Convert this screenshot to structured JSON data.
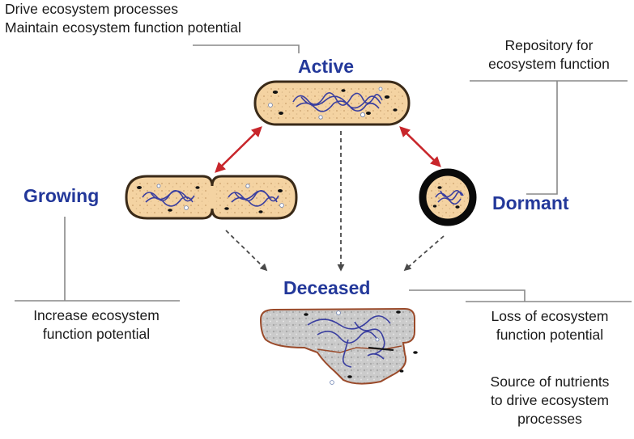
{
  "states": {
    "active": "Active",
    "growing": "Growing",
    "dormant": "Dormant",
    "deceased": "Deceased"
  },
  "notes": {
    "active_line1": "Drive ecosystem processes",
    "active_line2": "Maintain ecosystem function potential",
    "dormant_line1": "Repository for",
    "dormant_line2": "ecosystem function",
    "growing_line1": "Increase ecosystem",
    "growing_line2": "function potential",
    "deceased_loss_line1": "Loss of ecosystem",
    "deceased_loss_line2": "function potential",
    "deceased_source_line1": "Source of nutrients",
    "deceased_source_line2": "to drive ecosystem",
    "deceased_source_line3": "processes"
  },
  "colors": {
    "state_label": "#23389a",
    "cell_fill": "#f4d3a2",
    "cell_outline": "#3a2a18",
    "dna": "#3a3fa0",
    "spore_coat": "#0a0a0a",
    "debris_fill": "#c7c7c7",
    "debris_outline": "#9a4a2a",
    "bidirectional_arrow": "#c8262b",
    "death_arrow": "#555555",
    "leader_line": "#888888"
  }
}
